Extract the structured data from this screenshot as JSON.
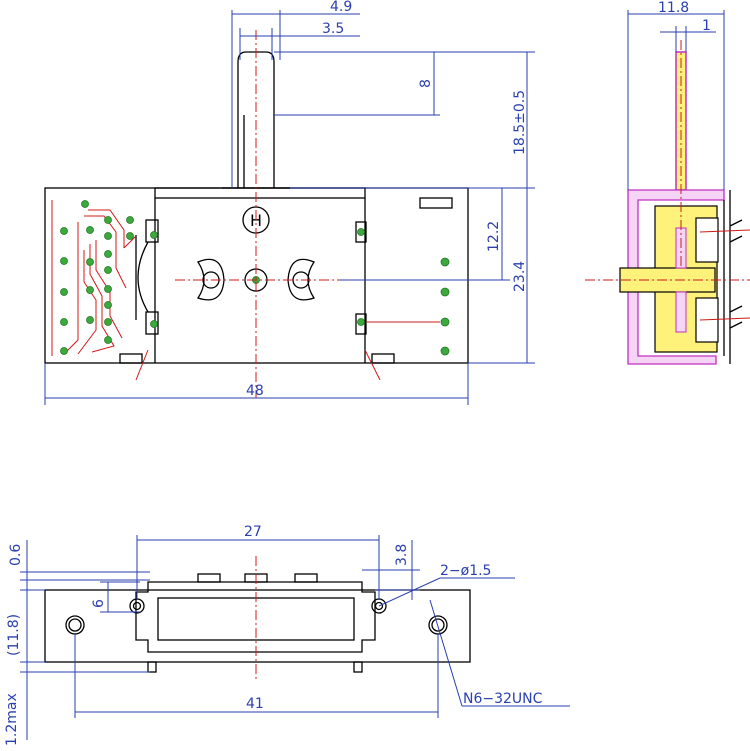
{
  "colors": {
    "outline": "#000000",
    "dimension": "#2a3fb0",
    "centerline": "#d01818",
    "pad": "#3da83d",
    "section_fill": "#fff27a",
    "section_edge": "#c030c0"
  },
  "front_view": {
    "dim_top_outer": "4.9",
    "dim_top_inner": "3.5",
    "dim_shaft_flat": "8",
    "dim_shaft_length": "18.5±0.5",
    "dim_half_height": "12.2",
    "dim_body_height": "23.4",
    "dim_body_width": "48",
    "center_mark": "H"
  },
  "side_view": {
    "dim_total": "11.8",
    "dim_blade": "1"
  },
  "bottom_view": {
    "dim_hole_pitch": "27",
    "dim_flange": "3.8",
    "dim_plate": "0.6",
    "dim_offset": "6",
    "dim_height": "(11.8)",
    "dim_max": "1.2max",
    "dim_mount_pitch": "41",
    "note_holes": "2−ø1.5",
    "note_thread": "N6−32UNC"
  }
}
